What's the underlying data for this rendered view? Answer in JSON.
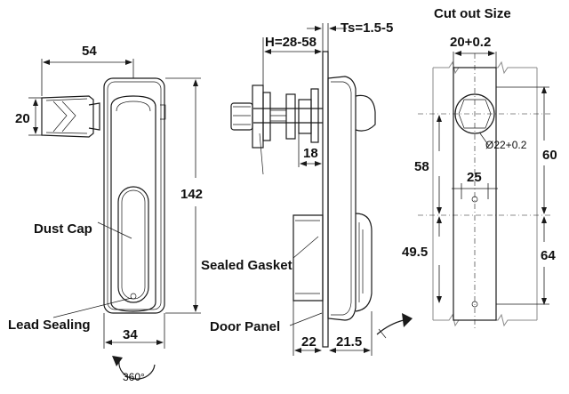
{
  "title": "Cut out Size",
  "dimensions": {
    "handle_width": "54",
    "handle_height": "20",
    "body_height": "142",
    "body_width": "34",
    "rotation": "360°",
    "stud_length": "H=28-58",
    "panel_thickness": "Ts=1.5-5",
    "stud_offset": "18",
    "depth_front": "22",
    "depth_back": "21.5",
    "cutout_width": "20+0.2",
    "hole_diameter": "Ø22+0.2",
    "hole_spacing": "25",
    "dist_58": "58",
    "dist_60": "60",
    "dist_49_5": "49.5",
    "dist_64": "64"
  },
  "labels": {
    "dust_cap": "Dust Cap",
    "lead_sealing": "Lead Sealing",
    "sealed_gasket": "Sealed Gasket",
    "door_panel": "Door Panel"
  }
}
